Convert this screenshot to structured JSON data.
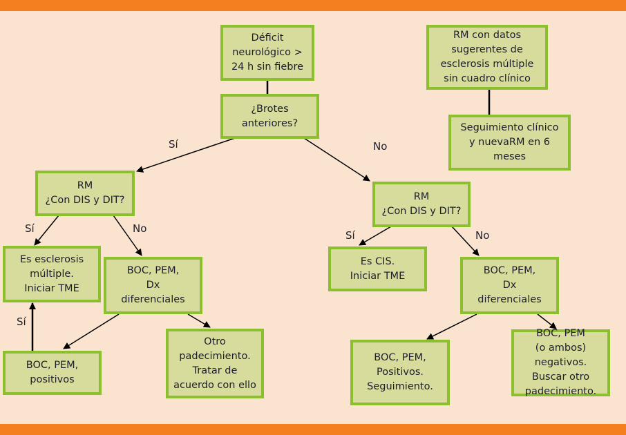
{
  "colors": {
    "band": "#f47f20",
    "background": "#fbe4cf",
    "box_fill": "#d7dc9c",
    "box_border": "#8cbf2f",
    "line": "#000000"
  },
  "nodes": {
    "deficit": "Déficit\nneurológico >\n24 h sin fiebre",
    "brotes": "¿Brotes\nanteriores?",
    "rm_left": "RM\n¿Con DIS y DIT?",
    "rm_right": "RM\n¿Con DIS y DIT?",
    "es_em": "Es esclerosis\nmúltiple.\nIniciar TME",
    "boc_left": "BOC, PEM,\nDx\ndiferenciales",
    "boc_pos_left": "BOC, PEM,\npositivos",
    "otro_pad": "Otro\npadecimiento.\nTratar de\nacuerdo con ello",
    "es_cis": "Es CIS.\nIniciar TME",
    "boc_right": "BOC, PEM,\nDx\ndiferenciales",
    "boc_pos_right": "BOC, PEM,\nPositivos.\nSeguimiento.",
    "boc_neg": "BOC, PEM\n(o ambos) negativos.\nBuscar otro\npadecimiento.",
    "rm_sugerente": "RM con datos\nsugerentes de\nesclerosis múltiple\nsin cuadro clínico",
    "seguimiento": "Seguimiento clínico\ny nuevaRM en 6\nmeses"
  },
  "edge_labels": {
    "brotes_si": "Sí",
    "brotes_no": "No",
    "rm_left_si": "Sí",
    "rm_left_no": "No",
    "rm_right_si": "Sí",
    "rm_right_no": "No",
    "boc_pos_si": "Sí"
  }
}
